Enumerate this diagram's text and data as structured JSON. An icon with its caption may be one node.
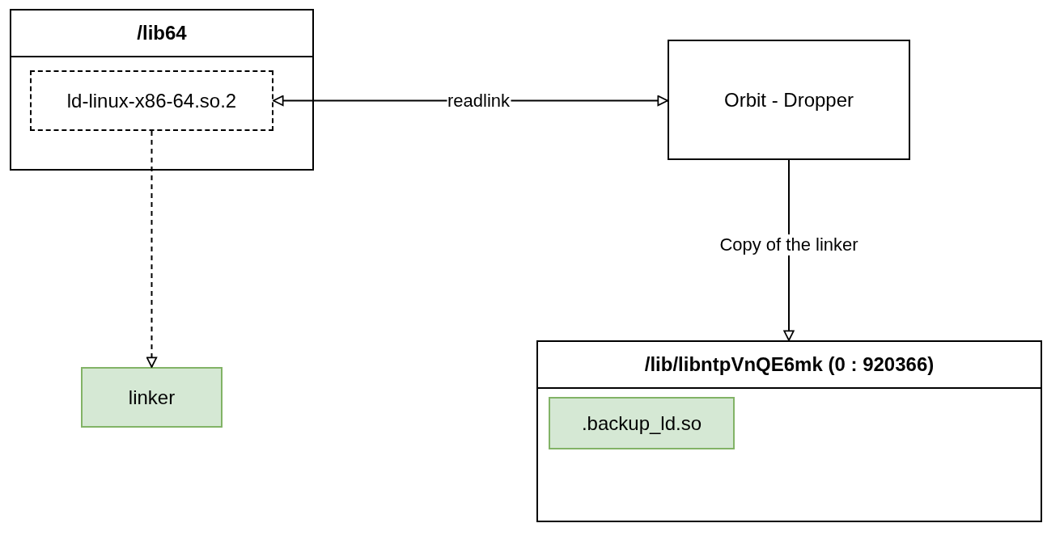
{
  "diagram": {
    "nodes": [
      {
        "text": [
          "/lib64"
        ]
      },
      {
        "text": [
          "ld-linux-x86-64.so.2"
        ],
        "in": 0
      },
      {
        "text": [
          "Orbit - Dropper"
        ]
      },
      {
        "text": [
          "linker"
        ]
      },
      {
        "text": [
          "/lib/libntpVnQE6mk (0 : 920366)"
        ]
      },
      {
        "text": [
          ".backup_ld.so"
        ],
        "in": 4
      }
    ],
    "edges": [
      {
        "from": 1,
        "to": 2,
        "arrow": "both",
        "label": "readlink"
      },
      {
        "from": 1,
        "to": 3,
        "arrow": "to",
        "style": "dashed"
      },
      {
        "from": 2,
        "to": 4,
        "arrow": "to",
        "label": "Copy of the linker"
      }
    ]
  }
}
